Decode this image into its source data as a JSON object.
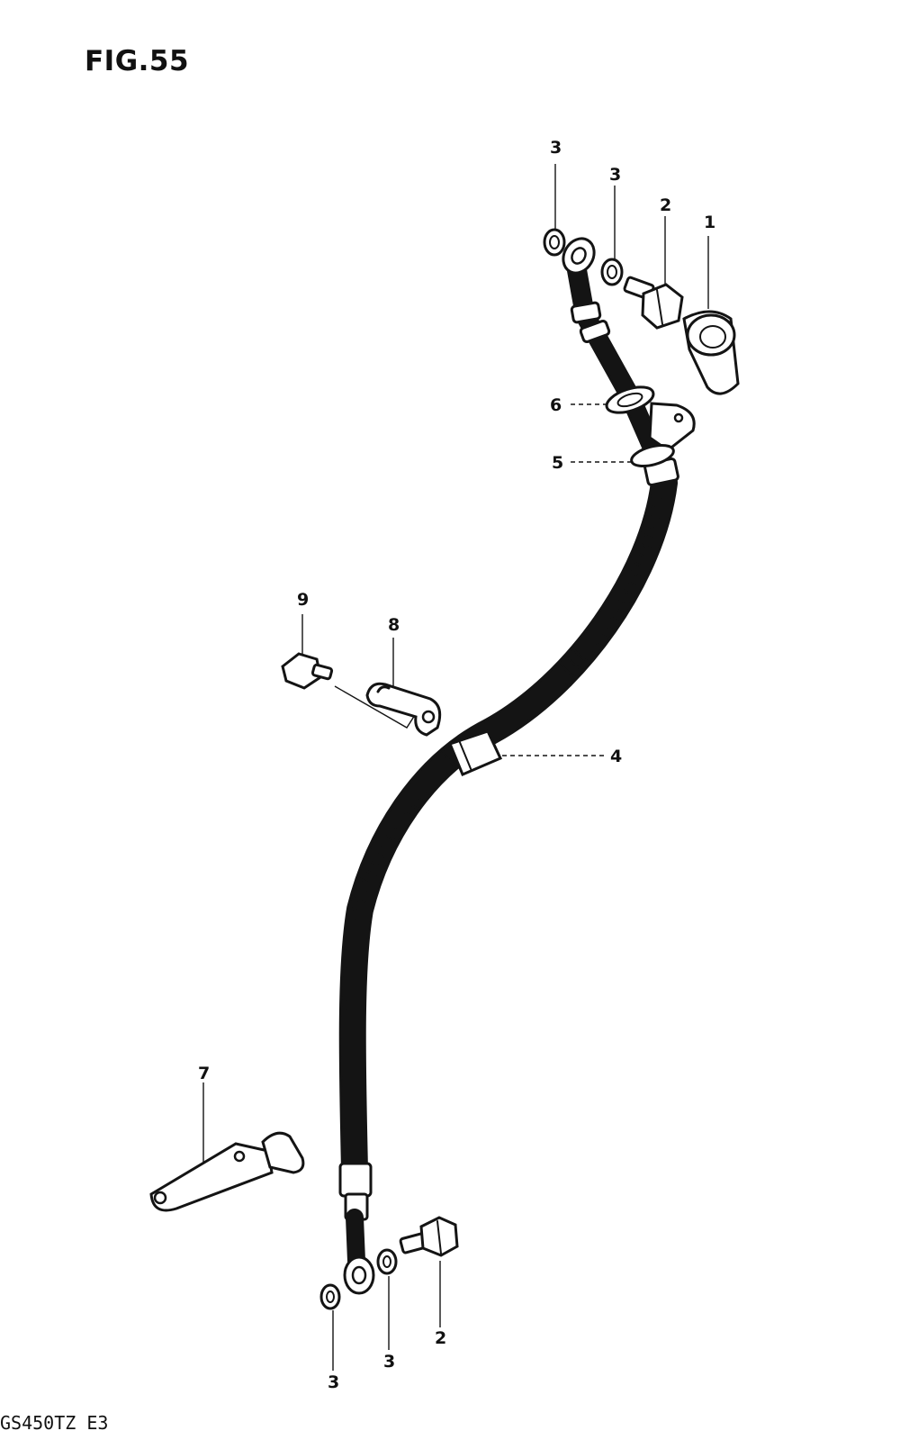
{
  "figure": {
    "title": "FIG.55",
    "model_code": "GS450TZ  E3"
  },
  "callouts": [
    {
      "id": "c3a",
      "label": "3"
    },
    {
      "id": "c3b",
      "label": "3"
    },
    {
      "id": "c2a",
      "label": "2"
    },
    {
      "id": "c1",
      "label": "1"
    },
    {
      "id": "c6",
      "label": "6"
    },
    {
      "id": "c5",
      "label": "5"
    },
    {
      "id": "c9",
      "label": "9"
    },
    {
      "id": "c8",
      "label": "8"
    },
    {
      "id": "c4",
      "label": "4"
    },
    {
      "id": "c7",
      "label": "7"
    },
    {
      "id": "c2b",
      "label": "2"
    },
    {
      "id": "c3c",
      "label": "3"
    },
    {
      "id": "c3d",
      "label": "3"
    }
  ]
}
